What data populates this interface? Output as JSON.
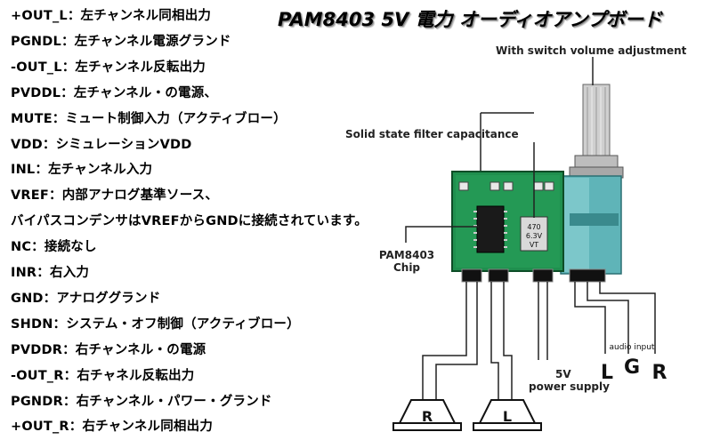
{
  "title": "PAM8403 5V 電力 オーディオアンプボード",
  "pins": [
    "+OUT_L：左チャンネル同相出力",
    "PGNDL：左チャンネル電源グランド",
    "-OUT_L：左チャンネル反転出力",
    "PVDDL：左チャンネル・の電源、",
    "MUTE：ミュート制御入力（アクティブロー）",
    "VDD：シミュレーションVDD",
    "INL：左チャンネル入力",
    "VREF：内部アナログ基準ソース、",
    "バイパスコンデンサはVREFからGNDに接続されています。",
    "NC：接続なし",
    "INR：右入力",
    "GND：アナロググランド",
    "SHDN：システム・オフ制御（アクティブロー）",
    "PVDDR：右チャンネル・の電源",
    "-OUT_R：右チャネル反転出力",
    "PGNDR：右チャンネル・パワー・グランド",
    "+OUT_R：右チャンネル同相出力"
  ],
  "annotations": {
    "switch": "With switch volume adjustment",
    "capacitor": "Solid state filter capacitance",
    "chip_line1": "PAM8403",
    "chip_line2": "Chip",
    "power_line1": "5V",
    "power_line2": "power supply",
    "audio_input": "audio input",
    "input_l": "L",
    "input_g": "G",
    "input_r": "R",
    "speaker_r": "R",
    "speaker_l": "L",
    "cap_marking_1": "470",
    "cap_marking_2": "6.3V",
    "cap_marking_3": "VT"
  },
  "colors": {
    "pcb": "#1f8f4e",
    "pcb_dark": "#146b38",
    "pot_body": "#5fb4b8",
    "shaft": "#c9c9c9",
    "chip": "#1a1a1a"
  }
}
